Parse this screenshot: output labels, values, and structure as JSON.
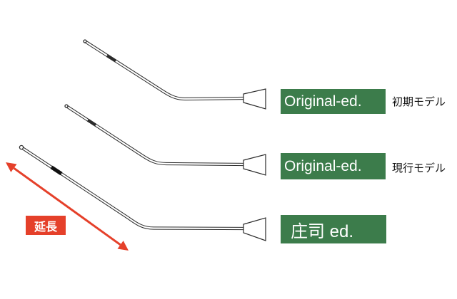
{
  "models": [
    {
      "badge": "Original-ed.",
      "caption": "初期モデル"
    },
    {
      "badge": "Original-ed.",
      "caption": "現行モデル"
    },
    {
      "badge": "庄司 ed."
    }
  ],
  "extension": {
    "label": "延長"
  },
  "colors": {
    "badge_green": "#3c7c4b",
    "accent_red": "#e5402a",
    "line": "#2b2b2b"
  },
  "icons": {
    "extension_arrow": "double-headed-arrow",
    "instrument": "bent-cannula"
  }
}
